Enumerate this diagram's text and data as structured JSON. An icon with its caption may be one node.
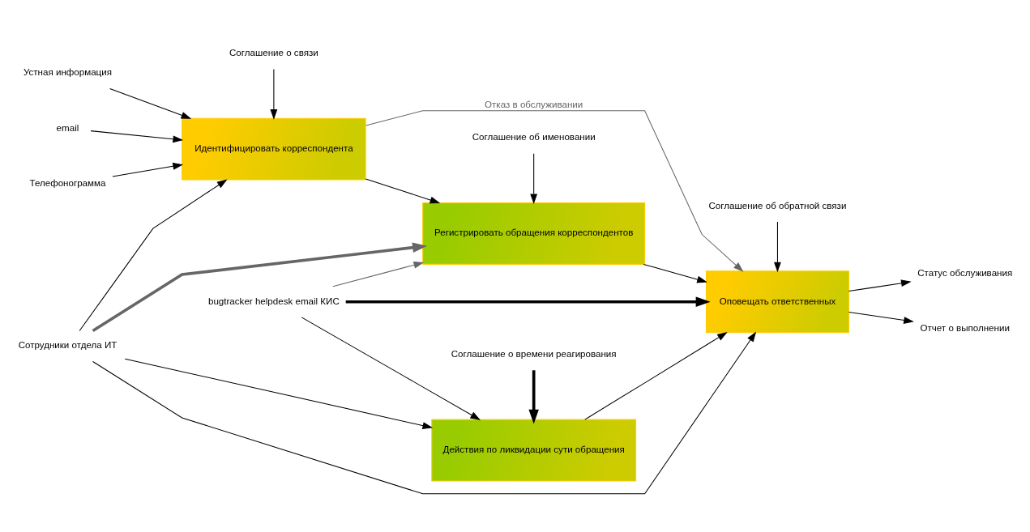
{
  "diagram": {
    "nodes": [
      {
        "text": [
          "Соглашение о связи"
        ]
      },
      {
        "text": [
          "Соглашение об именовании"
        ]
      },
      {
        "text": [
          "Соглашение об обратной связи"
        ]
      },
      {
        "text": [
          "Соглашение о времени реагирования"
        ]
      },
      {
        "text": [
          "email"
        ]
      },
      {
        "text": [
          "Телефонограмма"
        ]
      },
      {
        "text": [
          "Устная информация"
        ]
      },
      {
        "text": [
          "Идентифицировать корреспондента"
        ]
      },
      {
        "text": [
          "Регистрировать обращения корреспондентов"
        ]
      },
      {
        "text": [
          "Оповещать ответственных"
        ]
      },
      {
        "text": [
          "Статус обслуживания"
        ]
      },
      {
        "text": [
          "Отчет о выполнении"
        ]
      },
      {
        "text": [
          "Действия по ликвидации сути обращения"
        ]
      },
      {
        "text": [
          "Сотрудники отдела ИТ"
        ]
      },
      {
        "text": [
          "bugtracker helpdesk email КИС"
        ]
      }
    ],
    "edges": [
      {
        "from": 0,
        "to": 7,
        "arrow": "to"
      },
      {
        "from": 4,
        "to": 7,
        "arrow": "to"
      },
      {
        "from": 5,
        "to": 7,
        "arrow": "to"
      },
      {
        "from": 6,
        "to": 7,
        "arrow": "to"
      },
      {
        "from": 1,
        "to": 8,
        "arrow": "to"
      },
      {
        "from": 7,
        "to": 8,
        "arrow": "to"
      },
      {
        "from": 7,
        "to": 9,
        "arrow": "to",
        "label": "Отказ в обслуживании",
        "color": "#666666"
      },
      {
        "from": 8,
        "to": 9,
        "arrow": "to"
      },
      {
        "from": 12,
        "to": 9,
        "arrow": "to"
      },
      {
        "from": 2,
        "to": 9,
        "arrow": "to"
      },
      {
        "from": 3,
        "to": 12,
        "arrow": "to",
        "style": "thick"
      },
      {
        "from": 9,
        "to": 10,
        "arrow": "to"
      },
      {
        "from": 9,
        "to": 11,
        "arrow": "to"
      },
      {
        "from": 13,
        "to": 7,
        "arrow": "to"
      },
      {
        "from": 13,
        "to": 8,
        "arrow": "to",
        "style": "thick",
        "color": "#666666"
      },
      {
        "from": 13,
        "to": 9,
        "arrow": "to"
      },
      {
        "from": 13,
        "to": 12,
        "arrow": "to"
      },
      {
        "from": 14,
        "to": 8,
        "arrow": "to",
        "color": "#666666"
      },
      {
        "from": 14,
        "to": 9,
        "arrow": "to",
        "style": "thick"
      },
      {
        "from": 14,
        "to": 12,
        "arrow": "to"
      }
    ]
  }
}
